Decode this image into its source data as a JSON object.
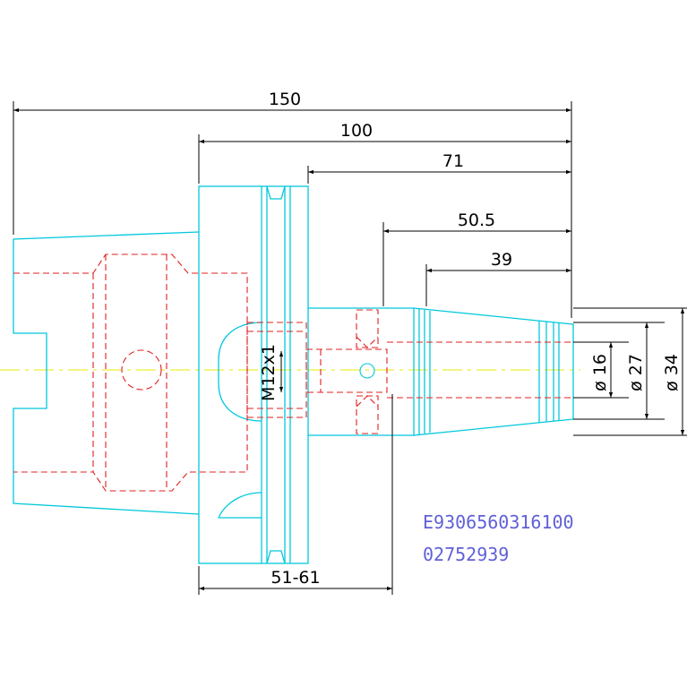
{
  "dimensions": {
    "overall_length": "150",
    "length_100": "100",
    "length_71": "71",
    "length_50_5": "50.5",
    "length_39": "39",
    "clamp_range": "51-61",
    "thread": "M12x1",
    "dia_16": "ø 16",
    "dia_27": "ø 27",
    "dia_34": "ø 34"
  },
  "part": {
    "code": "E9306560316100",
    "number": "02752939"
  },
  "colors": {
    "outline": "#00c8dc",
    "hidden": "#e02020",
    "centerline": "#e8e800",
    "dimension": "#000000",
    "code_text": "#6060d8"
  }
}
